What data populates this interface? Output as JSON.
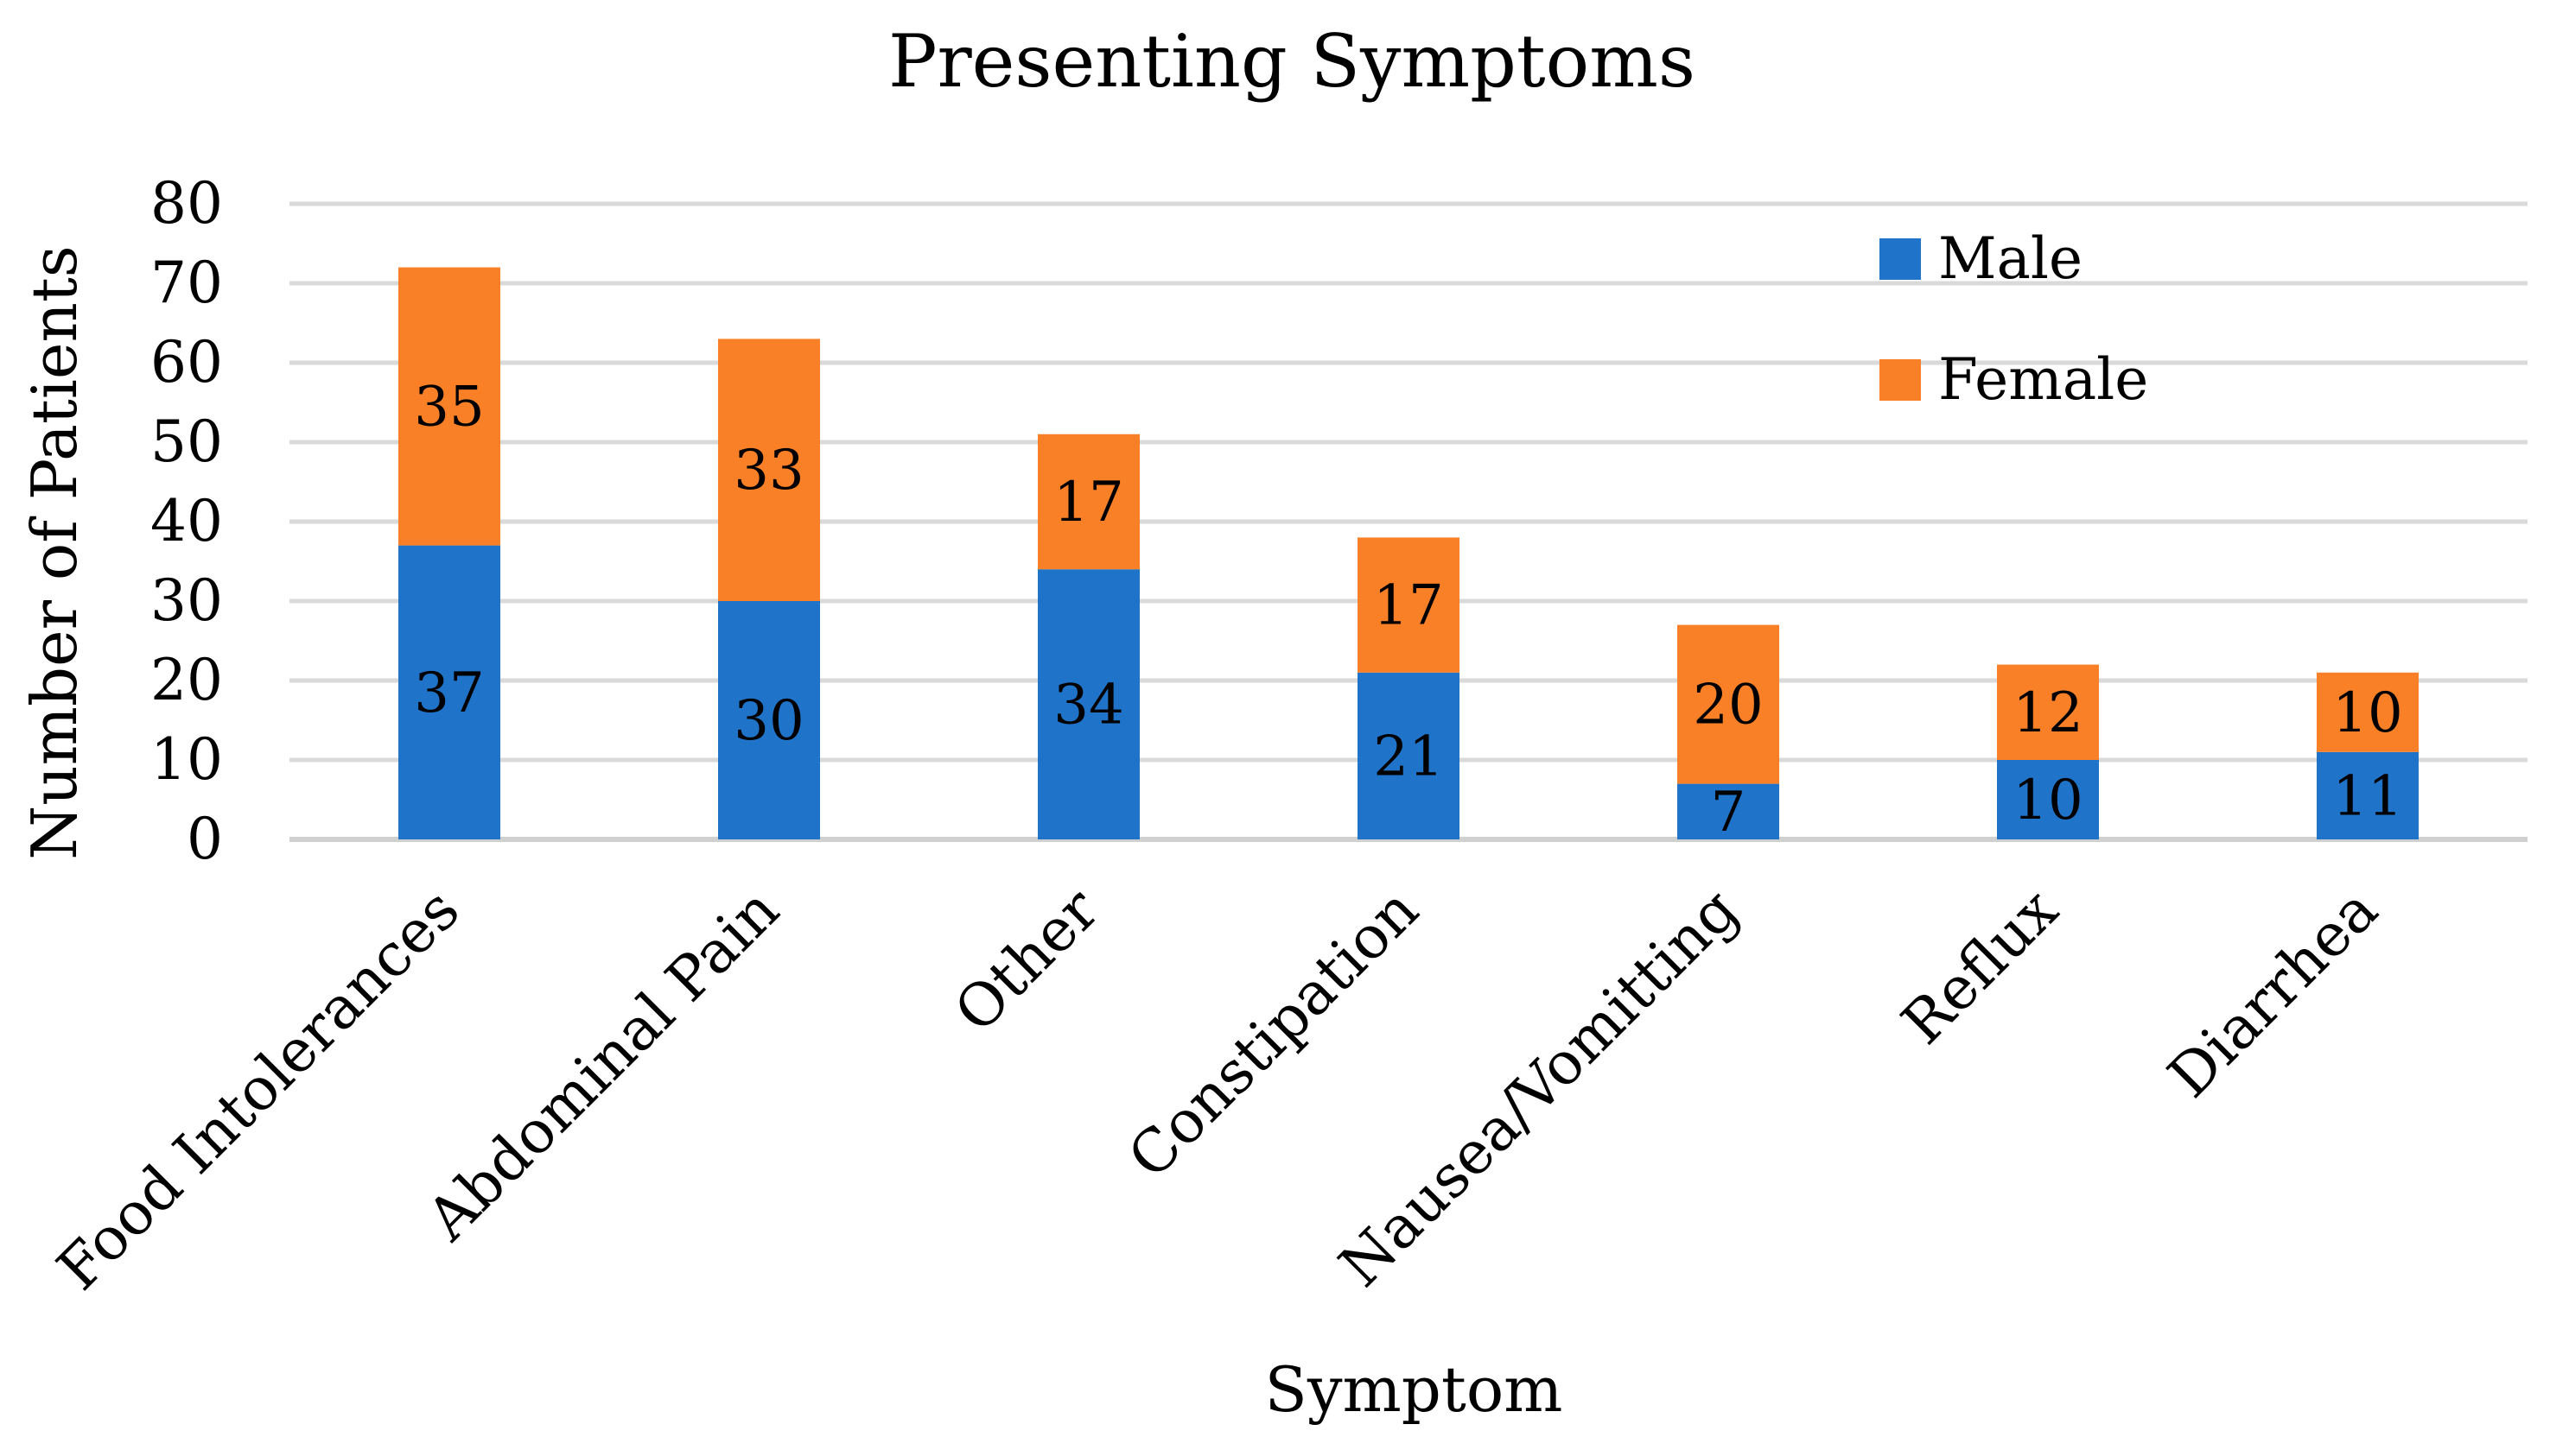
{
  "chart_data": {
    "type": "bar",
    "stacked": true,
    "title": "Presenting Symptoms",
    "xlabel": "Symptom",
    "ylabel": "Number of Patients",
    "categories": [
      "Food Intolerances",
      "Abdominal Pain",
      "Other",
      "Constipation",
      "Nausea/Vomitting",
      "Reflux",
      "Diarrhea"
    ],
    "series": [
      {
        "name": "Male",
        "color": "#1f73c8",
        "values": [
          37,
          30,
          34,
          21,
          7,
          10,
          11
        ]
      },
      {
        "name": "Female",
        "color": "#f98026",
        "values": [
          35,
          33,
          17,
          17,
          20,
          12,
          10
        ]
      }
    ],
    "ylim": [
      0,
      80
    ],
    "yticks": [
      0,
      10,
      20,
      30,
      40,
      50,
      60,
      70,
      80
    ],
    "grid": true,
    "legend_position": "top-right"
  }
}
